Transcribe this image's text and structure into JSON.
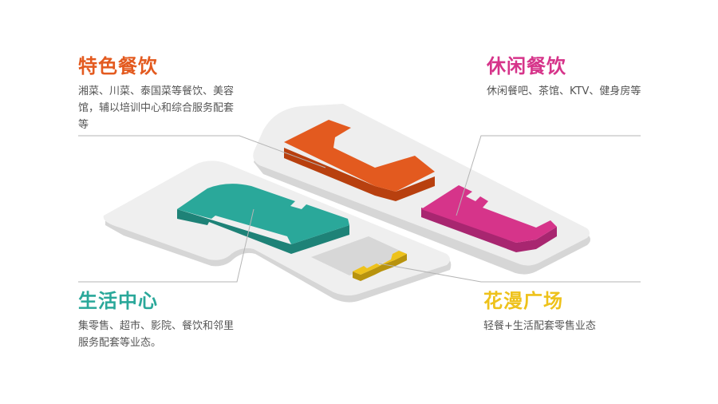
{
  "zones": {
    "tese": {
      "title": "特色餐饮",
      "desc": "湘菜、川菜、泰国菜等餐饮、美容馆，辅以培训中心和综合服务配套等",
      "color": "#e35a1f"
    },
    "xiuxian": {
      "title": "休闲餐饮",
      "desc": "休闲餐吧、茶馆、KTV、健身房等",
      "color": "#d6348a"
    },
    "shenghuo": {
      "title": "生活中心",
      "desc": "集零售、超市、影院、餐饮和邻里服务配套等业态。",
      "color": "#2aa89a"
    },
    "huaman": {
      "title": "花漫广场",
      "desc": "轻餐+生活配套零售业态",
      "color": "#eec21b"
    }
  },
  "colors": {
    "platform_top": "#eeeeee",
    "platform_side": "#d6d6d6",
    "orange_side": "#b8400f",
    "magenta_side": "#a82670",
    "teal_side": "#1e8277",
    "yellow_side": "#b8930e",
    "leader_line": "#b5b5b5"
  }
}
